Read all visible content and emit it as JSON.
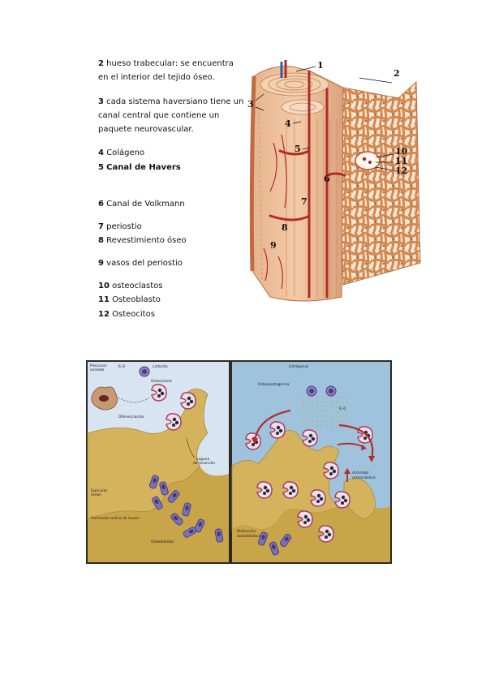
{
  "legend": [
    {
      "number": "2",
      "text": "hueso trabecular: se encuentra en el interior del tejido óseo."
    },
    {
      "number": "3",
      "text": "cada sistema haversiano tiene un canal central que contiene un paquete neurovascular."
    },
    {
      "number": "4",
      "text": "Colágeno"
    },
    {
      "number": "5",
      "text": "Canal de Havers"
    },
    {
      "number": "6",
      "text": "Canal de Volkmann"
    },
    {
      "number": "7",
      "text": "periostio"
    },
    {
      "number": "8",
      "text": "Revestimiento óseo"
    },
    {
      "number": "9",
      "text": "vasos del periostio"
    },
    {
      "number": "10",
      "text": "osteoclastos"
    },
    {
      "number": "11",
      "text": "Osteoblasto"
    },
    {
      "number": "12",
      "text": "Osteocitos"
    }
  ],
  "bone_figure": {
    "labels": [
      "1",
      "2",
      "3",
      "4",
      "5",
      "6",
      "7",
      "8",
      "9",
      "10",
      "11",
      "12"
    ]
  },
  "cell_figure": {
    "left_panel": {
      "precursor": "Precursor",
      "precursor2": "ovalado",
      "il6": "IL-6",
      "linfocito": "Linfocito",
      "osteoclasto": "Osteoclasto",
      "diferenciacion": "Diferenciación",
      "laguna": "Laguna",
      "laguna2": "de resorción",
      "espiculas": "Espículas",
      "espiculas2": "óseas",
      "formacion": "Formación activa de hueso",
      "osteoblastos": "Osteoblastos"
    },
    "right_panel": {
      "estrogenos": "Estrógenos",
      "osteoprotegerina": "Osteoprotegerina",
      "il6": "IL-6",
      "actividad": "Actividad",
      "actividad2": "osteoclástica",
      "disfuncion": "Disfunción",
      "disfuncion2": "osteoblástica"
    }
  }
}
